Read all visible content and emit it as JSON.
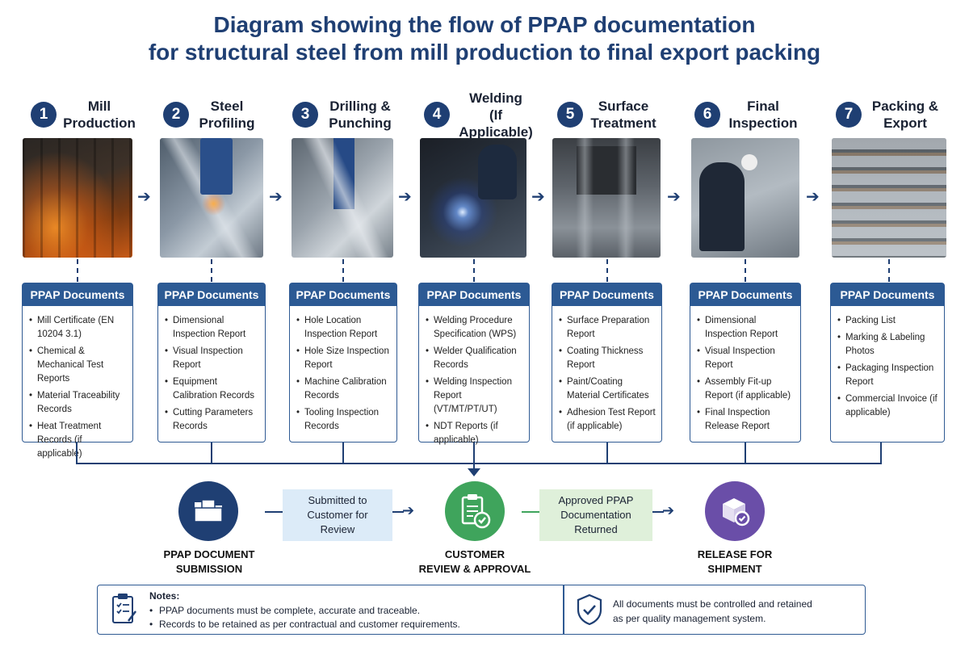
{
  "title_line1": "Diagram showing the flow of PPAP documentation",
  "title_line2": "for structural steel from mill production to final export packing",
  "steps": [
    {
      "num": "1",
      "title": "Mill\nProduction",
      "header": "PPAP Documents",
      "docs": [
        "Mill Certificate (EN 10204 3.1)",
        "Chemical & Mechanical Test Reports",
        "Material Traceability Records",
        "Heat Treatment Records (if applicable)"
      ]
    },
    {
      "num": "2",
      "title": "Steel\nProfiling",
      "header": "PPAP Documents",
      "docs": [
        "Dimensional Inspection Report",
        "Visual Inspection Report",
        "Equipment Calibration Records",
        "Cutting Parameters Records"
      ]
    },
    {
      "num": "3",
      "title": "Drilling &\nPunching",
      "header": "PPAP Documents",
      "docs": [
        "Hole Location Inspection Report",
        "Hole Size Inspection Report",
        "Machine Calibration Records",
        "Tooling Inspection Records"
      ]
    },
    {
      "num": "4",
      "title": "Welding\n(If Applicable)",
      "header": "PPAP Documents",
      "docs": [
        "Welding Procedure Specification (WPS)",
        "Welder Qualification Records",
        "Welding Inspection Report (VT/MT/PT/UT)",
        "NDT Reports (if applicable)"
      ]
    },
    {
      "num": "5",
      "title": "Surface\nTreatment",
      "header": "PPAP Documents",
      "docs": [
        "Surface Preparation Report",
        "Coating Thickness Report",
        "Paint/Coating Material Certificates",
        "Adhesion Test Report (if applicable)"
      ]
    },
    {
      "num": "6",
      "title": "Final\nInspection",
      "header": "PPAP Documents",
      "docs": [
        "Dimensional Inspection Report",
        "Visual Inspection Report",
        "Assembly Fit-up Report (if applicable)",
        "Final Inspection Release Report"
      ]
    },
    {
      "num": "7",
      "title": "Packing &\nExport",
      "header": "PPAP Documents",
      "docs": [
        "Packing List",
        "Marking & Labeling Photos",
        "Packaging Inspection Report",
        "Commercial Invoice (if applicable)"
      ]
    }
  ],
  "flow": {
    "submission_label": "PPAP DOCUMENT\nSUBMISSION",
    "submitted_box": "Submitted to\nCustomer for\nReview",
    "review_label": "CUSTOMER\nREVIEW & APPROVAL",
    "approved_box": "Approved PPAP\nDocumentation\nReturned",
    "release_label": "RELEASE FOR\nSHIPMENT"
  },
  "notes": {
    "title": "Notes:",
    "items": [
      "PPAP documents must be complete, accurate and traceable.",
      "Records to be retained as per contractual and customer requirements."
    ],
    "right_text": "All documents must be controlled and retained\nas per quality management system."
  },
  "colors": {
    "navy": "#1f3f73",
    "header_blue": "#2c5a94",
    "green": "#3fa45c",
    "purple": "#6a4ea8",
    "light_blue_box": "#dcebf8",
    "light_green_box": "#dff0da"
  },
  "icons": [
    "folder-icon",
    "clipboard-check-icon",
    "package-check-icon",
    "notes-clipboard-icon",
    "shield-check-icon"
  ]
}
